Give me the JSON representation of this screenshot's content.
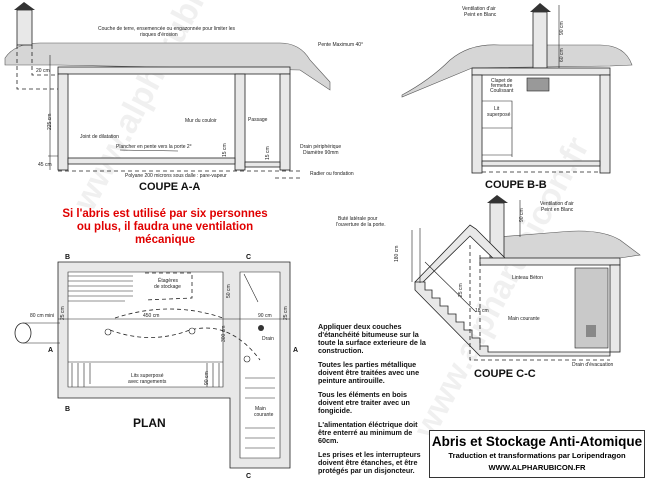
{
  "watermark": "www.alpharubicon.fr",
  "warning": [
    "Si l'abris est utilisé par six personnes",
    "ou plus, il faudra une ventilation",
    "mécanique"
  ],
  "coupe_aa": {
    "title": "COUPE A-A",
    "soil_label": [
      "Couche de terre, ensemencée ou engazonnée pour limiter les",
      "risques d'érosion"
    ],
    "slope_label": "Pente Maximum 40°",
    "dim_20": "20 cm",
    "dim_225": "225 cm",
    "dim_45": "45 cm",
    "dim_15a": "15 cm",
    "dim_15b": "15 cm",
    "joint": "Joint de dilatation",
    "floor": "Plancher en pente vers la porte 2°",
    "corridor_wall": "Mur du couloir",
    "passage": "Passage",
    "polyane": "Polyane 200 microns sous dalle : pare-vapeur",
    "drain": [
      "Drain périphérique",
      "Diamètre 90mm"
    ],
    "radier": "Radier ou fondation"
  },
  "coupe_bb": {
    "title": "COUPE B-B",
    "ventilation": [
      "Ventilation d'air",
      "Peint en Blanc"
    ],
    "dim_90": "90 cm",
    "dim_60": "60 cm",
    "clapet": [
      "Clapet de",
      "fermeture",
      "Coulissant"
    ],
    "bed": [
      "Lit",
      "superposé"
    ]
  },
  "plan": {
    "title": "PLAN",
    "marker_a": "A",
    "marker_b": "B",
    "marker_c": "C",
    "shelves": [
      "Étagères",
      "de stockage"
    ],
    "dim_450": "450 cm",
    "dim_90": "90 cm",
    "dim_80min": "80 cm mini",
    "dim_300": "300 cm",
    "dim_50": "50 cm",
    "dim_90b": "90 cm",
    "dim_25": "25 cm",
    "drain": "Drain",
    "beds": [
      "Lits superposé",
      "avec rangements"
    ],
    "handrail": [
      "Main",
      "courante"
    ]
  },
  "coupe_cc": {
    "title": "COUPE C-C",
    "stop": [
      "Buté latérale pour",
      "l'ouverture de la porte."
    ],
    "ventilation": [
      "Ventilation d'air",
      "Peint en Blanc"
    ],
    "dim_90": "90 cm",
    "dim_180": "180 cm",
    "dim_25": "25 cm",
    "dim_18": "18 cm",
    "lintel": "Linteau Béton",
    "handrail": "Main courante",
    "drain": "Drain d'évacuation"
  },
  "notes": [
    "Appliquer deux couches d'étanchéité bitumeuse sur la toute la surface exterieure de la construction.",
    "Toutes les parties métallique doivent être traitées avec une peinture antirouille.",
    "Tous les éléments en bois doivent etre traiter avec un fongicide.",
    "L'alimentation éléctrique doit être enterré au minimum de 60cm.",
    "Les prises et les interrupteurs doivent être étanches, et être protégés par un disjoncteur."
  ],
  "titlebox": {
    "title": "Abris et Stockage Anti-Atomique",
    "subtitle": "Traduction et transformations par Loripendragon",
    "url": "WWW.ALPHARUBICON.FR"
  }
}
